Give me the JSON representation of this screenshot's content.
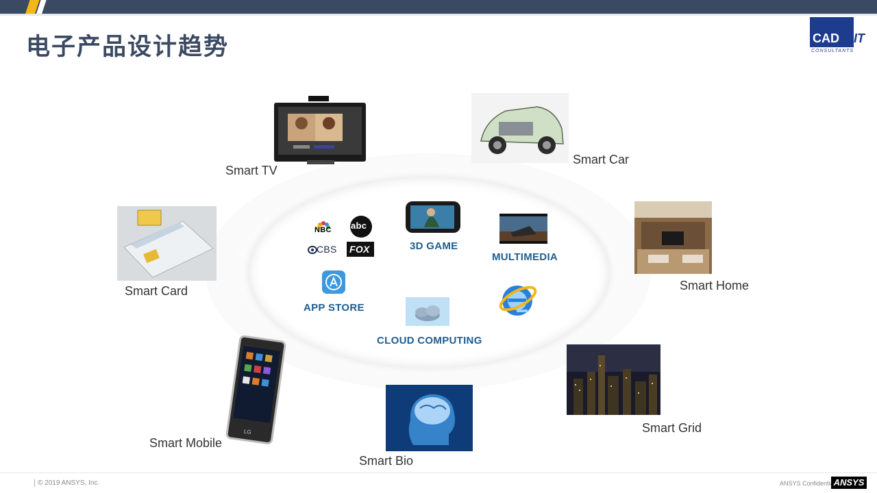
{
  "header": {
    "title": "电子产品设计趋势"
  },
  "logo": {
    "main": "CAD",
    "suffix": "IT",
    "tagline": "CONSULTANTS"
  },
  "outer_items": [
    {
      "label": "Smart TV"
    },
    {
      "label": "Smart Car"
    },
    {
      "label": "Smart Card"
    },
    {
      "label": "Smart Home"
    },
    {
      "label": "Smart Mobile"
    },
    {
      "label": "Smart Bio"
    },
    {
      "label": "Smart Grid"
    }
  ],
  "inner_items": {
    "networks": [
      "NBC",
      "abc",
      "CBS",
      "FOX"
    ],
    "game": "3D GAME",
    "multimedia": "MULTIMEDIA",
    "app_store": "APP STORE",
    "cloud": "CLOUD COMPUTING"
  },
  "footer": {
    "copyright": "© 2019 ANSYS, Inc.",
    "confidential": "ANSYS Confidential",
    "brand": "ANSYS"
  },
  "colors": {
    "header_bar": "#3b4a63",
    "accent": "#f2b718",
    "label_blue": "#1e5d8e"
  }
}
